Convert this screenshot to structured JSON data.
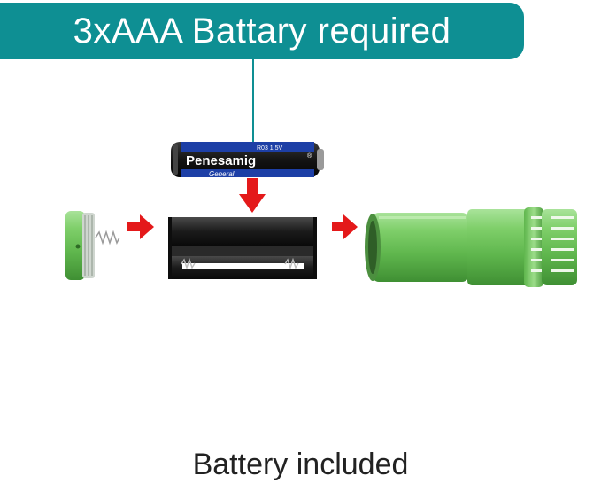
{
  "banner": {
    "text": "3xAAA Battary required"
  },
  "battery": {
    "brand": "Penesamig",
    "subtext": "General",
    "spec": "R03 1.5V",
    "trademark": "®"
  },
  "caption": {
    "text": "Battery included"
  },
  "colors": {
    "banner": "#0e8f93",
    "arrow": "#e4191a",
    "flashlight": "#7fcf6a",
    "battery_body": "#151515",
    "battery_band": "#1d3fa6"
  }
}
